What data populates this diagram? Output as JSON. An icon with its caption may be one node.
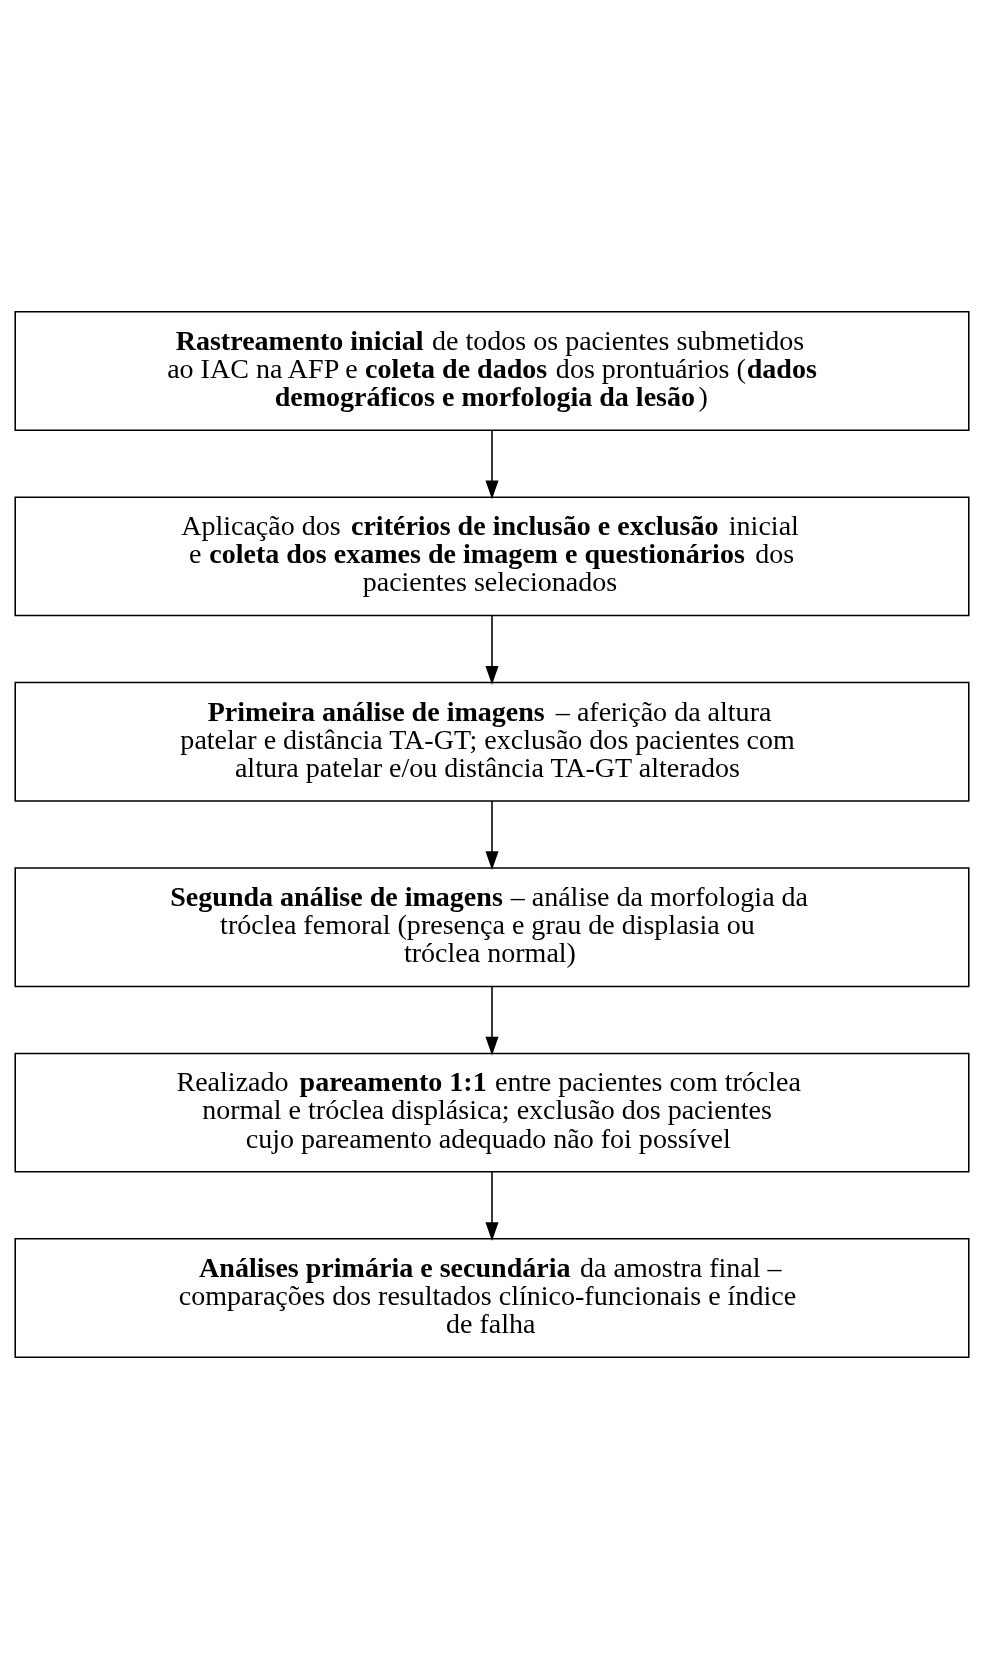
{
  "diagram": {
    "nodes": [
      {
        "text": [
          "**Rastreamento inicial** de todos os pacientes submetidos ao IAC na AFP e **coleta de dados** dos prontuários (**dados demográficos e morfologia da lesão**)"
        ]
      },
      {
        "text": [
          "Aplicação dos **critérios de inclusão e exclusão** inicial e **coleta dos exames de imagem e questionários** dos pacientes selecionados"
        ]
      },
      {
        "text": [
          "**Primeira análise de imagens** – aferição da altura patelar e distância TA-GT; exclusão dos pacientes com altura patelar e/ou distância TA-GT alterados"
        ]
      },
      {
        "text": [
          "**Segunda análise de imagens** – análise da morfologia da tróclea femoral (presença e grau de displasia ou tróclea normal)"
        ]
      },
      {
        "text": [
          "Realizado **pareamento 1:1** entre pacientes com tróclea normal e tróclea displásica; exclusão dos pacientes cujo pareamento adequado não foi possível"
        ]
      },
      {
        "text": [
          "**Análises primária e secundária** da amostra final – comparações dos resultados clínico-funcionais e índice de falha"
        ]
      }
    ],
    "edges": [
      {
        "from": 0,
        "to": 1,
        "arrow": "to"
      },
      {
        "from": 1,
        "to": 2,
        "arrow": "to"
      },
      {
        "from": 2,
        "to": 3,
        "arrow": "to"
      },
      {
        "from": 3,
        "to": 4,
        "arrow": "to"
      },
      {
        "from": 4,
        "to": 5,
        "arrow": "to"
      }
    ]
  }
}
